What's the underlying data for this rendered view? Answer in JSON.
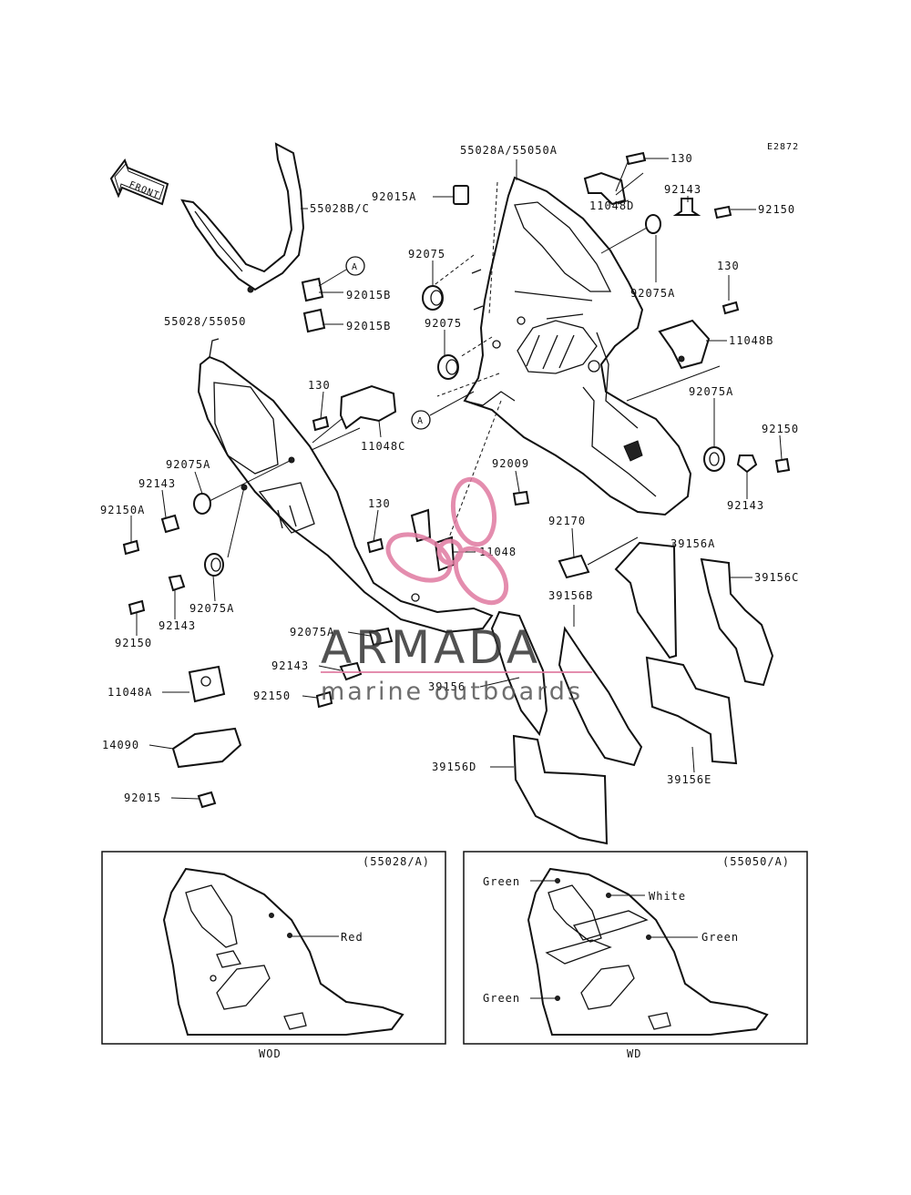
{
  "diagram_code": "E2872",
  "front_label": "FRONT",
  "callout_letter": "A",
  "parts": {
    "p_55028a_55050a": "55028A/55050A",
    "p_130": "130",
    "p_92015a": "92015A",
    "p_55028bc": "55028B/C",
    "p_92143": "92143",
    "p_92150": "92150",
    "p_11048d": "11048D",
    "p_92075": "92075",
    "p_92015b": "92015B",
    "p_92075a": "92075A",
    "p_11048b": "11048B",
    "p_55028_55050": "55028/55050",
    "p_11048c": "11048C",
    "p_92150a": "92150A",
    "p_92009": "92009",
    "p_92170": "92170",
    "p_39156a": "39156A",
    "p_11048": "11048",
    "p_39156c": "39156C",
    "p_39156b": "39156B",
    "p_11048a": "11048A",
    "p_39156": "39156",
    "p_14090": "14090",
    "p_39156d": "39156D",
    "p_92015": "92015",
    "p_39156e": "39156E"
  },
  "variants": {
    "left": {
      "code": "(55028/A)",
      "caption": "WOD",
      "colors": [
        "Red"
      ]
    },
    "right": {
      "code": "(55050/A)",
      "caption": "WD",
      "colors": [
        "Green",
        "White",
        "Green",
        "Green"
      ]
    }
  },
  "watermark": {
    "brand": "ARMADA",
    "tagline": "marine outboards",
    "logo_color": "#e07aa0"
  }
}
